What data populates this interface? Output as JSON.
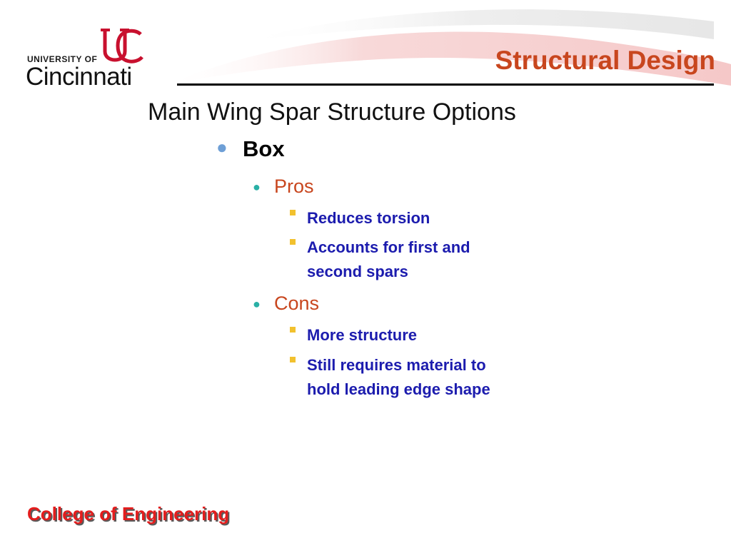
{
  "logo": {
    "university_of": "UNIVERSITY OF",
    "cincinnati": "Cincinnati",
    "colors": {
      "monogram": "#c8102e",
      "wordmark": "#111111"
    }
  },
  "slide": {
    "title": "Structural Design",
    "heading": "Main Wing Spar Structure Options",
    "outline": {
      "label": "Box",
      "pros": {
        "label": "Pros",
        "items": [
          "Reduces torsion",
          "Accounts for first and second spars"
        ]
      },
      "cons": {
        "label": "Cons",
        "items": [
          "More structure",
          "Still requires material to hold leading edge shape"
        ]
      }
    },
    "footer": "College of Engineering"
  },
  "colors": {
    "title": "#c8461e",
    "level2": "#c8461e",
    "level3": "#1c1cae",
    "footer": "#e31d1d",
    "bullet_level1": "#6e9fd6",
    "bullet_level2": "#2ab0a6",
    "bullet_level3": "#f2c12e",
    "swoosh": "#f4c6c6"
  },
  "icons": {
    "level1_bullet": "round-bullet-icon",
    "level2_bullet": "round-bullet-icon",
    "level3_bullet": "square-bullet-icon"
  }
}
